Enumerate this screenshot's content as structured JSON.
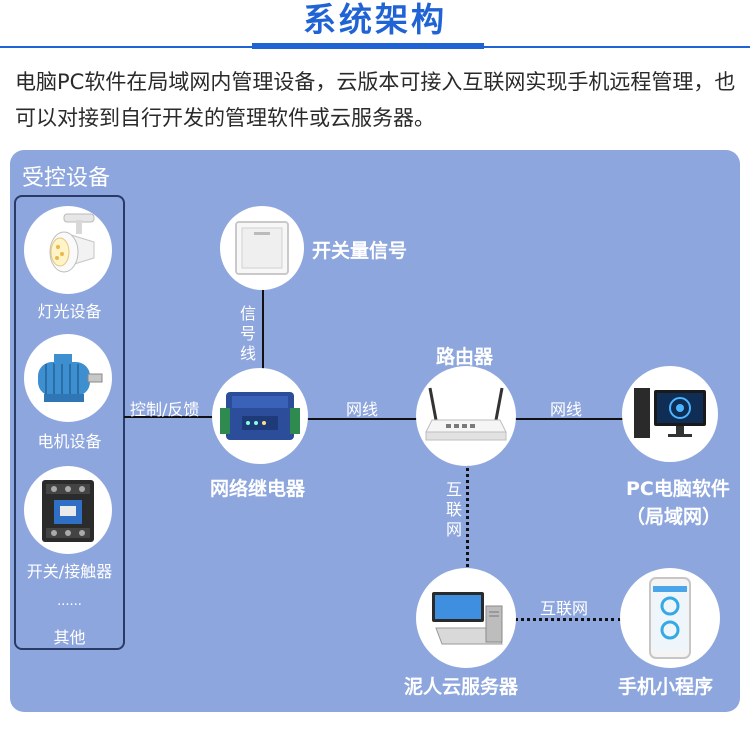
{
  "header": {
    "title": "系统架构",
    "intro": "电脑PC软件在局域网内管理设备，云版本可接入互联网实现手机远程管理，也可以对接到自行开发的管理软件或云服务器。"
  },
  "colors": {
    "accent": "#1f63d4",
    "panel": "#8ea6de",
    "label": "#ffffff",
    "line": "#111111"
  },
  "controlled_devices": {
    "title": "受控设备",
    "items": [
      {
        "label": "灯光设备",
        "icon": "spotlight-icon"
      },
      {
        "label": "电机设备",
        "icon": "motor-icon"
      },
      {
        "label": "开关/接触器",
        "icon": "contactor-icon"
      }
    ],
    "ellipsis": "......",
    "other": "其他"
  },
  "nodes": {
    "switch_signal": {
      "label": "开关量信号",
      "icon": "wall-switch-icon"
    },
    "relay": {
      "label": "网络继电器",
      "icon": "network-relay-icon"
    },
    "router": {
      "label": "路由器",
      "icon": "router-icon"
    },
    "pc": {
      "label": "PC电脑软件",
      "sublabel": "（局域网）",
      "icon": "desktop-pc-icon"
    },
    "server": {
      "label": "泥人云服务器",
      "icon": "server-icon"
    },
    "phone": {
      "label": "手机小程序",
      "icon": "smartphone-icon"
    }
  },
  "links": {
    "devices_relay": "控制/反馈",
    "switch_relay": [
      "信",
      "号",
      "线"
    ],
    "relay_router": "网线",
    "router_pc": "网线",
    "router_server": [
      "互",
      "联",
      "网"
    ],
    "server_phone": "互联网"
  }
}
